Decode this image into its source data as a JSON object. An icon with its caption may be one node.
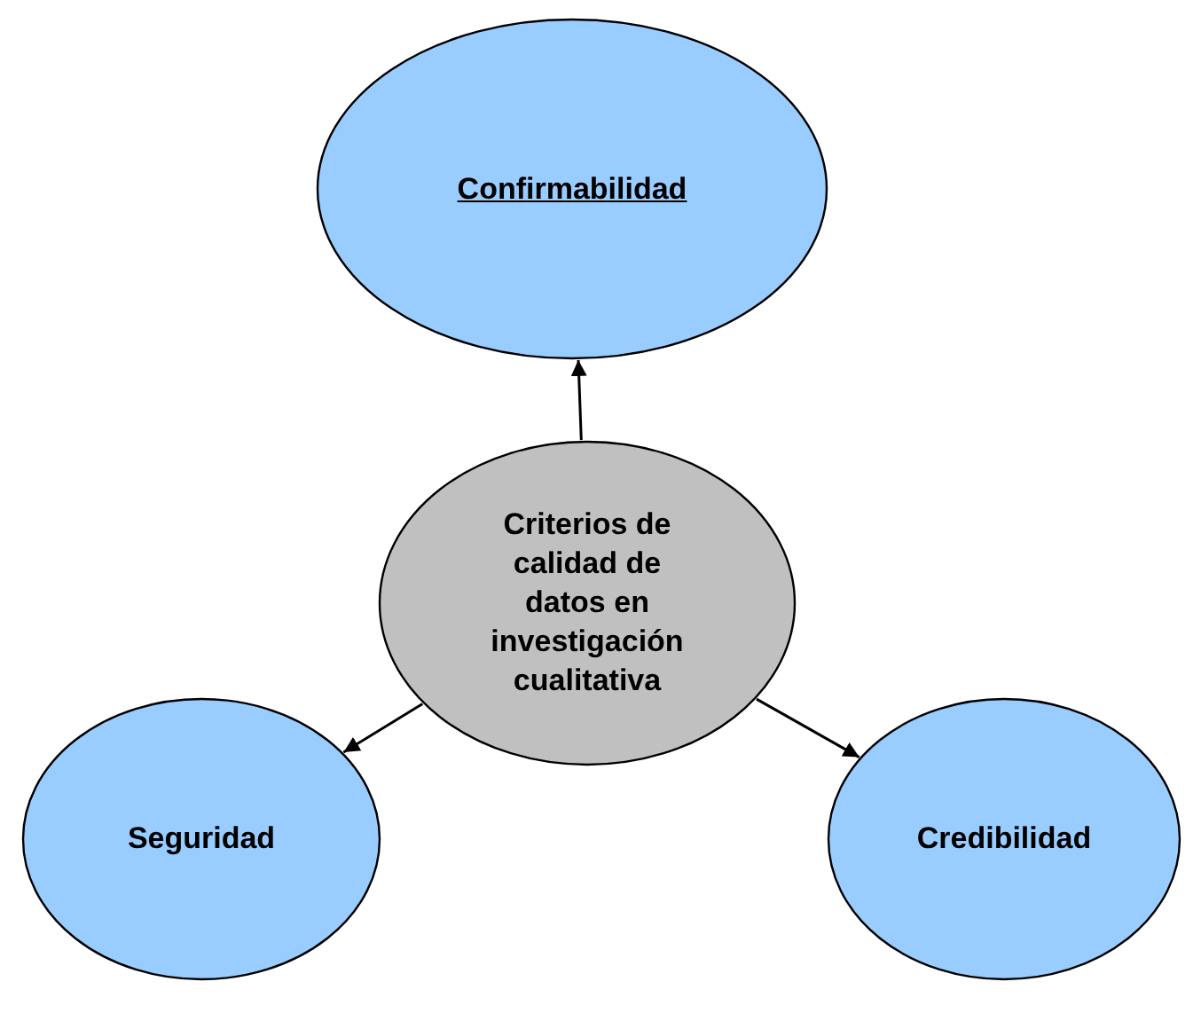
{
  "diagram": {
    "nodes": [
      {
        "text": [
          "Confirmabilidad"
        ]
      },
      {
        "text": [
          "Criterios de calidad de datos en investigación cualitativa"
        ]
      },
      {
        "text": [
          "Seguridad"
        ]
      },
      {
        "text": [
          "Credibilidad"
        ]
      }
    ],
    "edges": [
      {
        "from": 1,
        "to": 0,
        "arrow": "to"
      },
      {
        "from": 1,
        "to": 2,
        "arrow": "to"
      },
      {
        "from": 1,
        "to": 3,
        "arrow": "to"
      }
    ]
  }
}
